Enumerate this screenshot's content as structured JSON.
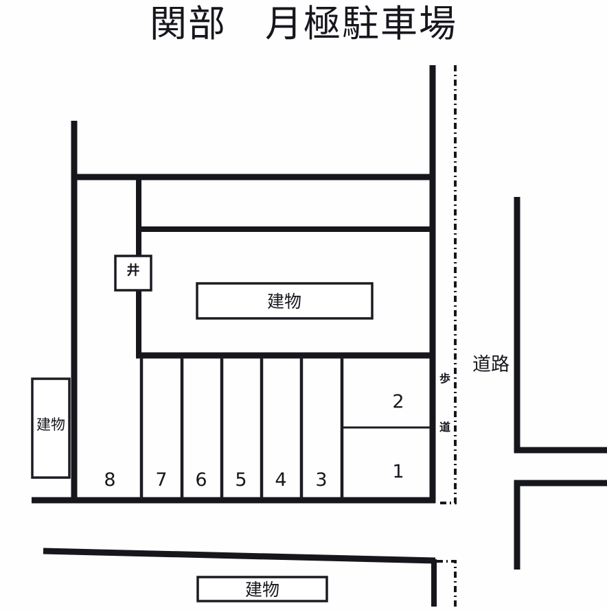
{
  "title": "関部　月極駐車場",
  "labels": {
    "well": "井",
    "building": "建物",
    "road": "道路",
    "sidewalk_char_1": "歩",
    "sidewalk_char_2": "道"
  },
  "buildings": [
    {
      "id": "building-center",
      "label": "建物",
      "orientation": "horizontal"
    },
    {
      "id": "building-left",
      "label": "建物",
      "orientation": "vertical"
    },
    {
      "id": "building-bottom",
      "label": "建物",
      "orientation": "horizontal"
    }
  ],
  "parking_stalls": [
    {
      "number": "8"
    },
    {
      "number": "7"
    },
    {
      "number": "6"
    },
    {
      "number": "5"
    },
    {
      "number": "4"
    },
    {
      "number": "3"
    },
    {
      "number": "2"
    },
    {
      "number": "1"
    }
  ],
  "colors": {
    "ink": "#16161d",
    "paper": "#ffffff"
  }
}
